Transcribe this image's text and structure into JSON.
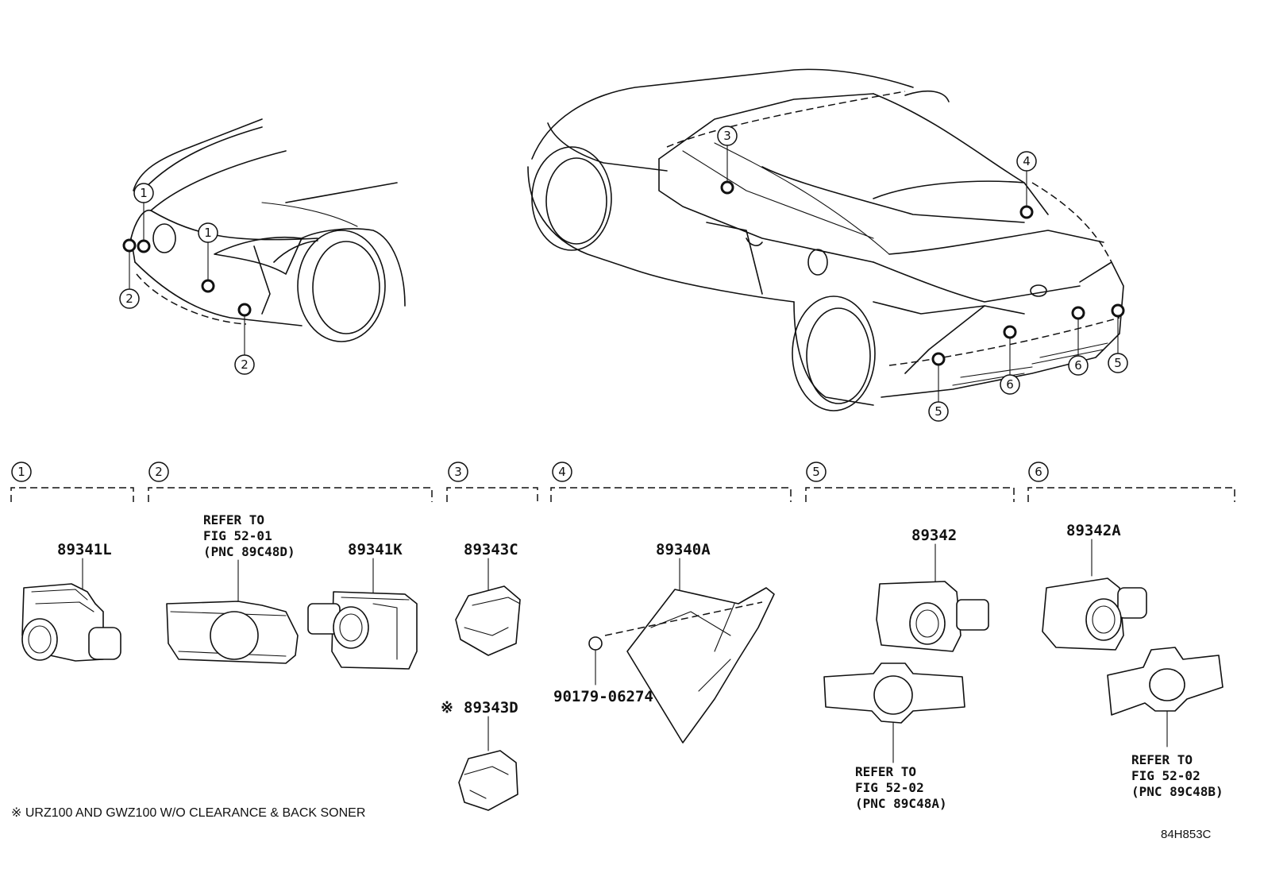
{
  "callouts": [
    "1",
    "2",
    "3",
    "4",
    "5",
    "6"
  ],
  "parts": {
    "p1": "89341L",
    "p2": "89341K",
    "p3": "89343C",
    "p3_alt": "89343D",
    "p4": "89340A",
    "p4_bolt": "90179-06274",
    "p5": "89342",
    "p6": "89342A"
  },
  "asterisk": "※",
  "refs": {
    "r2": [
      "REFER TO",
      "FIG 52-01",
      "(PNC 89C48D)"
    ],
    "r5": [
      "REFER TO",
      "FIG 52-02",
      "(PNC 89C48A)"
    ],
    "r6": [
      "REFER TO",
      "FIG 52-02",
      "(PNC 89C48B)"
    ]
  },
  "footnote": "※  URZ100 AND GWZ100 W/O CLEARANCE & BACK SONER",
  "diagram_code": "84H853C"
}
